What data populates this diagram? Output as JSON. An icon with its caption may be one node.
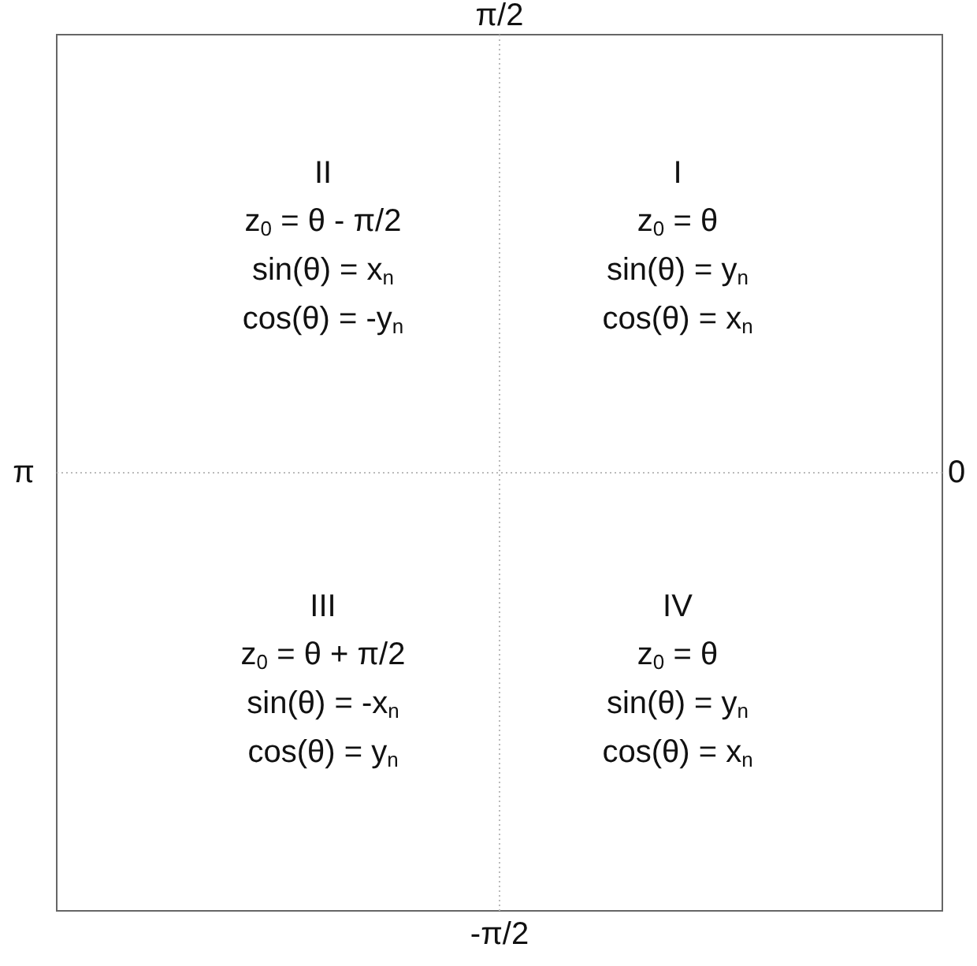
{
  "diagram": {
    "labels": [
      "π/2",
      "II",
      "z$_{0}$ = θ - π/2",
      "sin(θ) = x$_{n}$",
      "cos(θ) = -y$_{n}$",
      "I",
      "z$_{0}$ = θ",
      "sin(θ) = y$_{n}$",
      "cos(θ) = x$_{n}$",
      "π",
      "0",
      "III",
      "z$_{0}$ = θ + π/2",
      "sin(θ) = -x$_{n}$",
      "cos(θ) = y$_{n}$",
      "IV",
      "z$_{0}$ = θ",
      "sin(θ) = y$_{n}$",
      "cos(θ) = x$_{n}$",
      "-π/2"
    ]
  }
}
